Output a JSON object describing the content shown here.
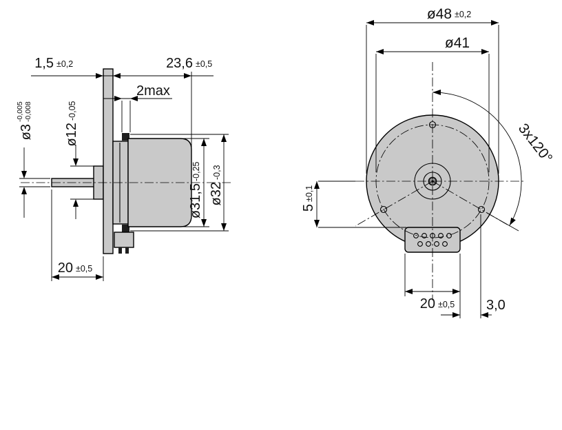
{
  "colors": {
    "part_fill": "#c9c9c9",
    "hole_fill": "#dcdcdc",
    "pin_fill": "#9a9a9a",
    "dark_fill": "#1f1f1f"
  },
  "side_view": {
    "flange_thickness": {
      "value": "1,5",
      "tol": "±0,2"
    },
    "body_length": {
      "value": "23,6",
      "tol": "±0,5"
    },
    "front_gap": "2max",
    "shaft_dia": {
      "value": "ø3",
      "tol_upper": "-0,005",
      "tol_lower": "-0,008"
    },
    "pilot_dia": {
      "value": "ø12",
      "tol": "-0,05"
    },
    "body_dia": {
      "value": "ø31,5",
      "tol": "-0,25"
    },
    "outer_dia": {
      "value": "ø32",
      "tol": "-0,3"
    },
    "shaft_length": {
      "value": "20",
      "tol": "±0,5"
    }
  },
  "front_view": {
    "mounting_dia": {
      "value": "ø48",
      "tol": "±0,2"
    },
    "bolt_circle": "ø41",
    "hole_pattern": "3x120°",
    "connector_offset": {
      "value": "5",
      "tol": "±0,1"
    },
    "connector_width": {
      "value": "20",
      "tol": "±0,5"
    },
    "edge_offset": "3,0"
  }
}
